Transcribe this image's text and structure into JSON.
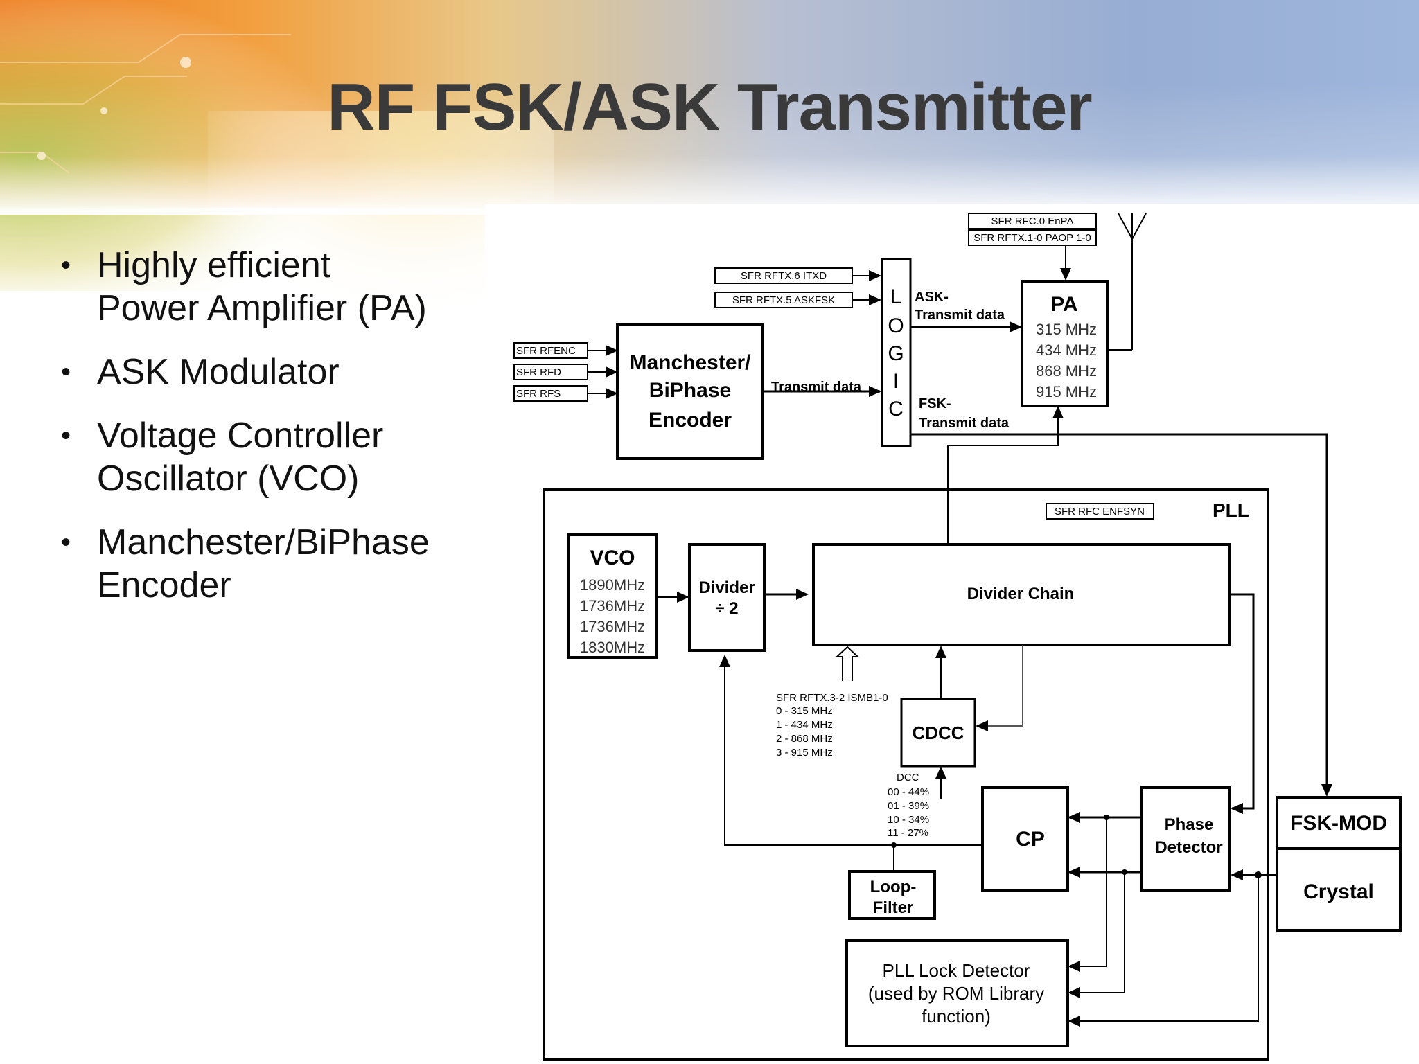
{
  "slide": {
    "title": "RF FSK/ASK Transmitter",
    "bullets": [
      {
        "line1": "Highly efficient",
        "line2": "Power Amplifier (PA)"
      },
      {
        "line1": "ASK Modulator",
        "line2": ""
      },
      {
        "line1": "Voltage Controller",
        "line2": "Oscillator (VCO)"
      },
      {
        "line1": "Manchester/BiPhase",
        "line2": "Encoder"
      }
    ]
  },
  "diagram": {
    "sfr": {
      "rfc0": "SFR RFC.0   EnPA",
      "rftx10": "SFR RFTX.1-0 PAOP 1-0",
      "rftx6": "SFR RFTX.6   ITXD",
      "rftx5": "SFR RFTX.5   ASKFSK",
      "rfenc": "SFR RFENC",
      "rfd": "SFR RFD",
      "rfs": "SFR RFS",
      "enfsyn": "SFR RFC   ENFSYN",
      "ismb": "SFR RFTX.3-2 ISMB1-0"
    },
    "encoder": {
      "line1": "Manchester/",
      "line2": "BiPhase",
      "line3": "Encoder"
    },
    "transmit_data": "Transmit data",
    "logic": {
      "l1": "L",
      "l2": "O",
      "l3": "G",
      "l4": "I",
      "l5": "C"
    },
    "ask_label": {
      "line1": "ASK-",
      "line2": "Transmit data"
    },
    "fsk_label": {
      "line1": "FSK-",
      "line2": "Transmit data"
    },
    "pa": {
      "title": "PA",
      "freqs": [
        "315 MHz",
        "434 MHz",
        "868 MHz",
        "915 MHz"
      ]
    },
    "pll_label": "PLL",
    "vco": {
      "title": "VCO",
      "freqs": [
        "1890MHz",
        "1736MHz",
        "1736MHz",
        "1830MHz"
      ]
    },
    "divider": {
      "line1": "Divider",
      "line2": "÷ 2"
    },
    "divider_chain": "Divider Chain",
    "ismb_options": [
      "0 - 315 MHz",
      "1 - 434 MHz",
      "2 - 868 MHz",
      "3 - 915 MHz"
    ],
    "cdcc": "CDCC",
    "dcc": {
      "title": "DCC",
      "options": [
        "00 - 44%",
        "01 - 39%",
        "10 - 34%",
        "11 - 27%"
      ]
    },
    "cp": "CP",
    "phase_detector": {
      "line1": "Phase",
      "line2": "Detector"
    },
    "fsk_mod": "FSK-MOD",
    "crystal": "Crystal",
    "loop_filter": {
      "line1": "Loop-",
      "line2": "Filter"
    },
    "lock_detector": {
      "line1": "PLL Lock Detector",
      "line2": "(used by ROM Library",
      "line3": "function)"
    }
  }
}
